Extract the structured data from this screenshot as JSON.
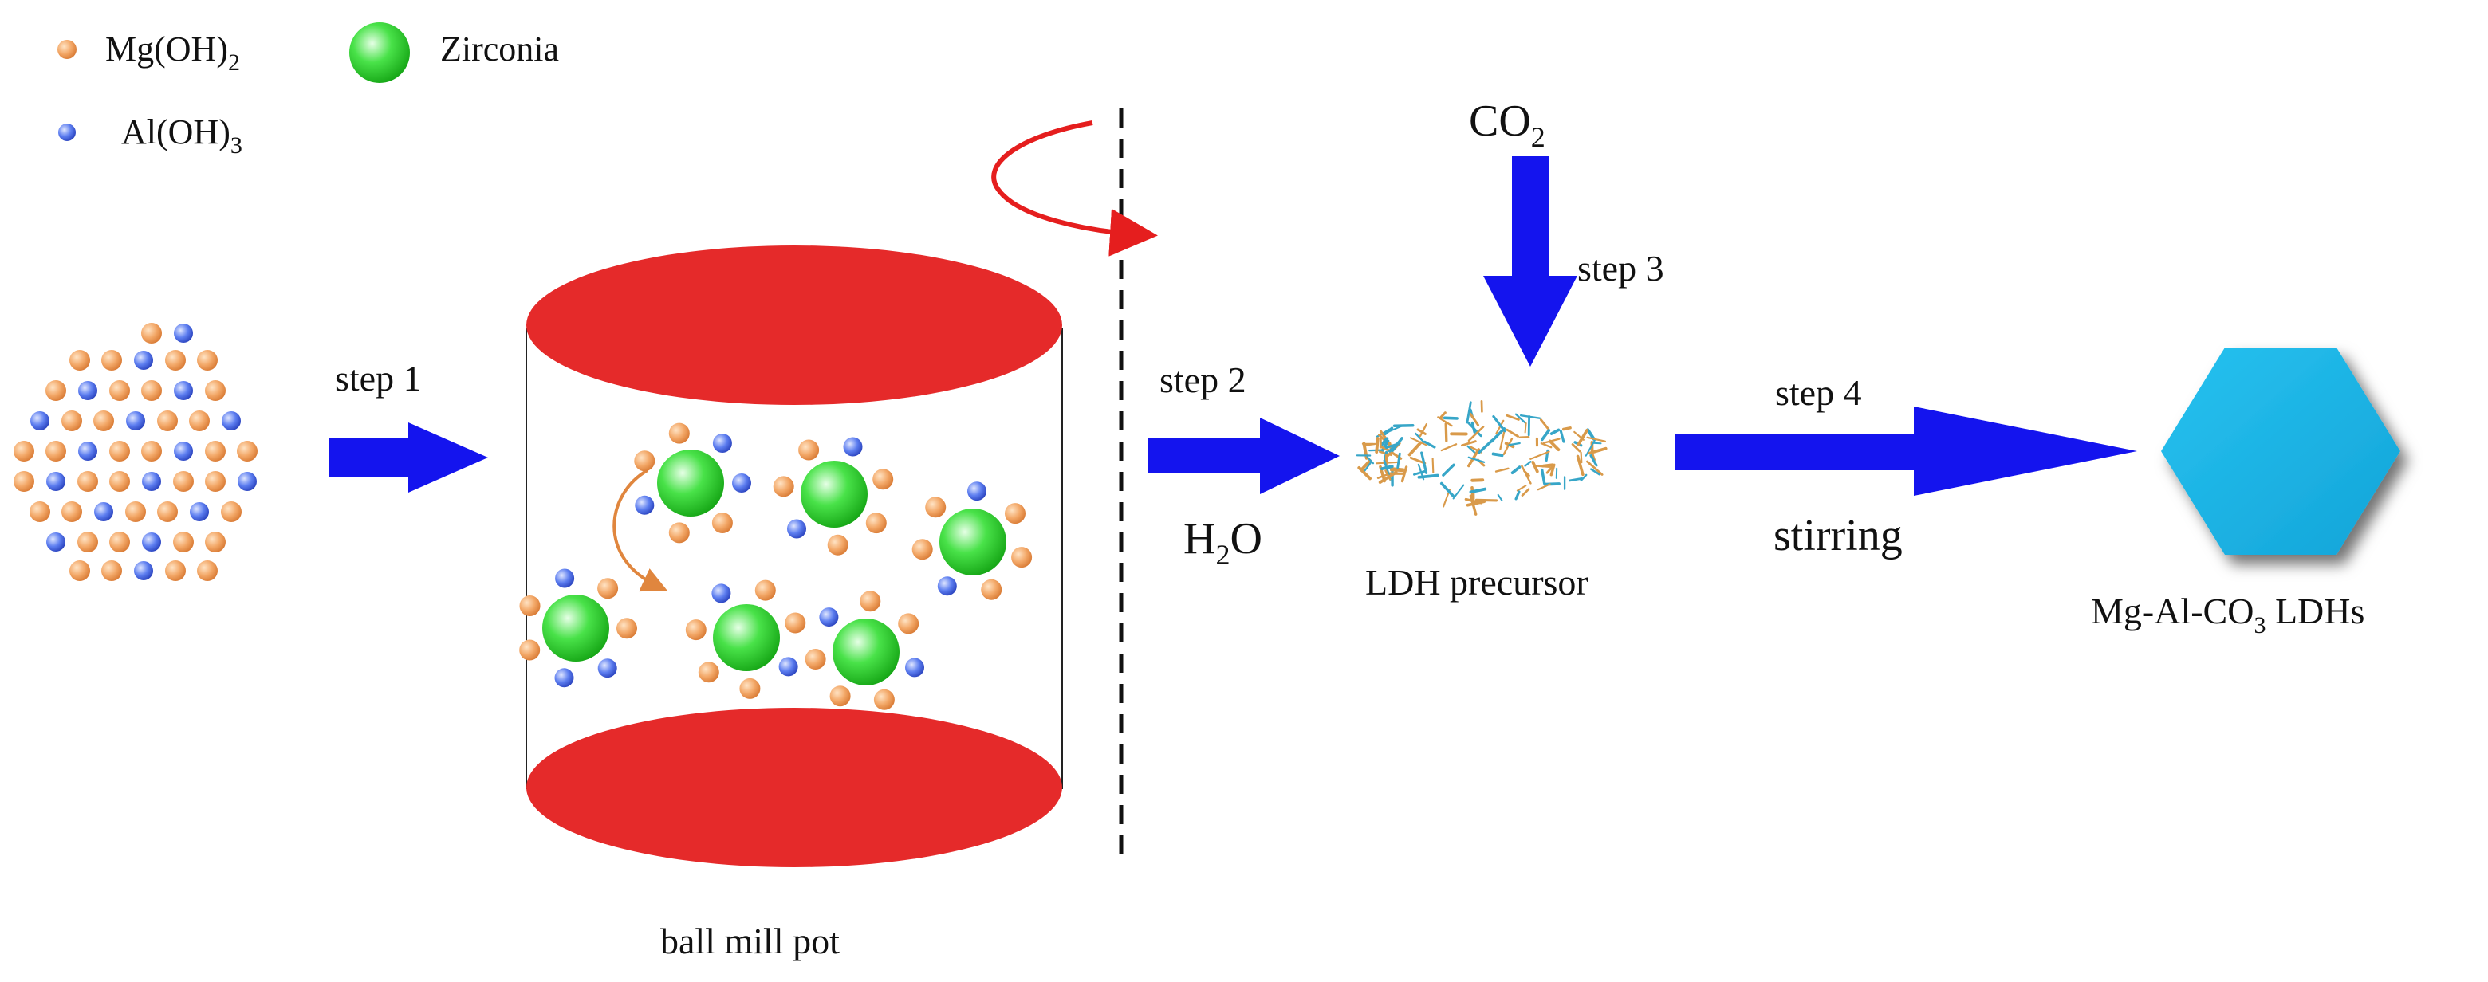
{
  "legend": {
    "mg": {
      "label": "Mg(OH)",
      "sub": "2"
    },
    "al": {
      "label": "Al(OH)",
      "sub": "3"
    },
    "zirconia": {
      "label": "Zirconia"
    }
  },
  "steps": {
    "step1": "step 1",
    "step2": "step 2",
    "step3": "step 3",
    "step4": "step 4"
  },
  "reagents": {
    "water": {
      "pre": "H",
      "sub": "2",
      "post": "O"
    },
    "co2": {
      "pre": "CO",
      "sub": "2"
    },
    "stirring": "stirring"
  },
  "labels": {
    "pot": "ball mill pot",
    "precursor": "LDH precursor",
    "product": {
      "pre": "Mg-Al-CO",
      "sub": "3",
      "post": " LDHs"
    }
  },
  "colors": {
    "mg_particle": "#f0a060",
    "al_particle": "#5070e0",
    "zirconia": "#3fd23f",
    "pot": "#e52a2a",
    "arrow": "#1414ee",
    "product": "#1eb4e6",
    "rotation": "#e51e1e",
    "precursor_a": "#d99a4a",
    "precursor_b": "#37a6c8"
  }
}
